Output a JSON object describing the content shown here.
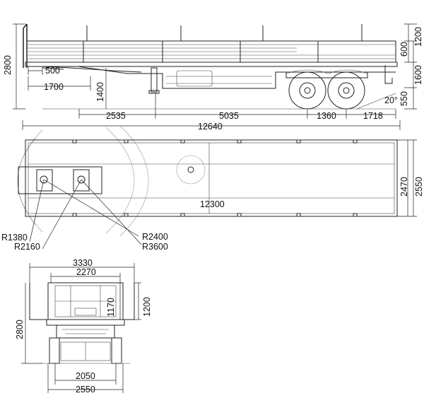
{
  "side_view": {
    "dims": {
      "height_total": "2800",
      "kingpin_offset": "500",
      "front_to_leg": "1700",
      "deck_height": "1400",
      "front_to_leg_axis": "2535",
      "leg_to_axle1": "5035",
      "axle_spacing": "1360",
      "rear_overhang": "1718",
      "overall_length": "12640",
      "side_board_height": "600",
      "stake_height": "1200",
      "platform_height": "1600",
      "rear_clearance": "550",
      "departure_angle": "20°"
    }
  },
  "top_view": {
    "dims": {
      "inner_length": "12300",
      "inner_width": "2470",
      "outer_width": "2550",
      "radius_1": "R1380",
      "radius_2": "R2160",
      "radius_3": "R2400",
      "radius_4": "R3600"
    }
  },
  "front_view": {
    "dims": {
      "total_width": "3330",
      "width_2270": "2270",
      "stake_1170": "1170",
      "stake_1200": "1200",
      "height_total": "2800",
      "track_width": "2050",
      "body_width": "2550"
    }
  }
}
